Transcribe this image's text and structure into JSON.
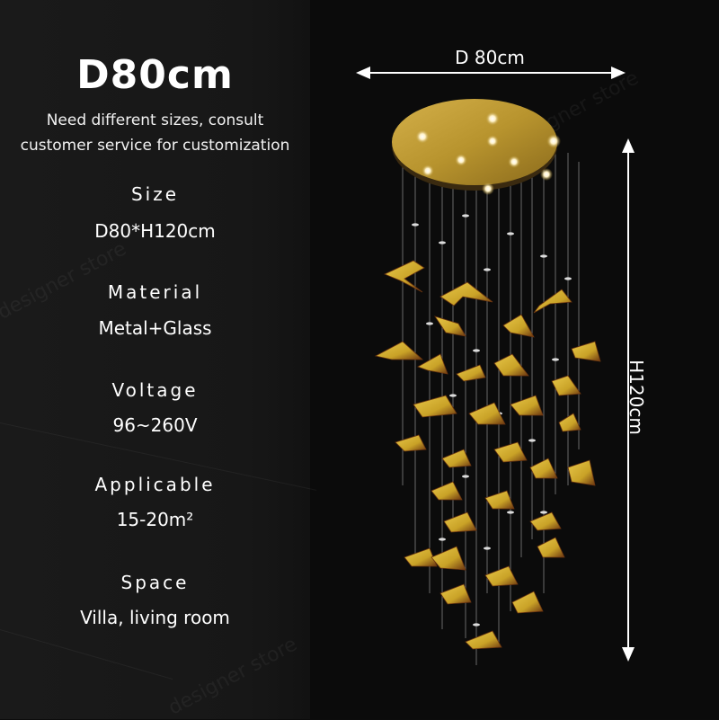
{
  "header": {
    "title": "D80cm",
    "subtitle_line1": "Need different sizes, consult",
    "subtitle_line2": "customer service for customization"
  },
  "specs": [
    {
      "label": "Size",
      "value": "D80*H120cm"
    },
    {
      "label": "Material",
      "value": "Metal+Glass"
    },
    {
      "label": "Voltage",
      "value": "96~260V"
    },
    {
      "label": "Applicable",
      "value": "15-20m²"
    },
    {
      "label": "Space",
      "value": "Villa, living room"
    }
  ],
  "dimensions": {
    "width_label": "D 80cm",
    "height_label": "H120cm"
  },
  "watermark": "designer store",
  "colors": {
    "background_left": "#1a1a1a",
    "background_right": "#0b0b0b",
    "text": "#ffffff",
    "canopy_gold": "#b8942e",
    "leaf_amber": "#c9a227",
    "leaf_brown": "#6b3510"
  }
}
